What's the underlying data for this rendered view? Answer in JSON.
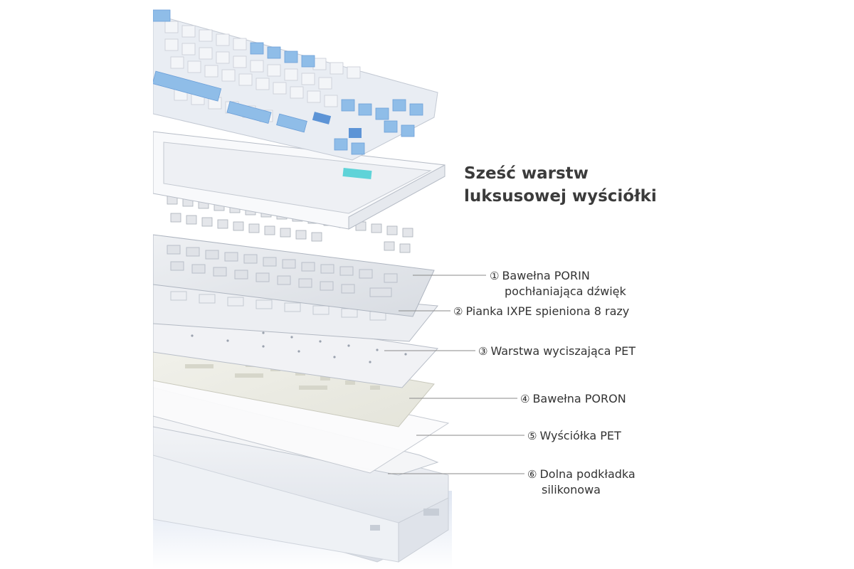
{
  "heading": {
    "line1": "Sześć warstw",
    "line2": "luksusowej wyściółki"
  },
  "layers": [
    {
      "num": "①",
      "text": "Bawełna PORIN",
      "text2": "pochłaniająca dźwięk"
    },
    {
      "num": "②",
      "text": "Pianka IXPE spieniona 8 razy",
      "text2": ""
    },
    {
      "num": "③",
      "text": "Warstwa wyciszająca PET",
      "text2": ""
    },
    {
      "num": "④",
      "text": "Bawełna PORON",
      "text2": ""
    },
    {
      "num": "⑤",
      "text": "Wyściółka PET",
      "text2": ""
    },
    {
      "num": "⑥",
      "text": "Dolna podkładka",
      "text2": "silikonowa"
    }
  ],
  "colors": {
    "keycap_white": "#f3f5f8",
    "keycap_blue": "#8fbde8",
    "keycap_blue_dark": "#5d94d6",
    "accent_teal": "#5fd3d8",
    "leader_line": "#8a8a8a",
    "text": "#333333"
  }
}
